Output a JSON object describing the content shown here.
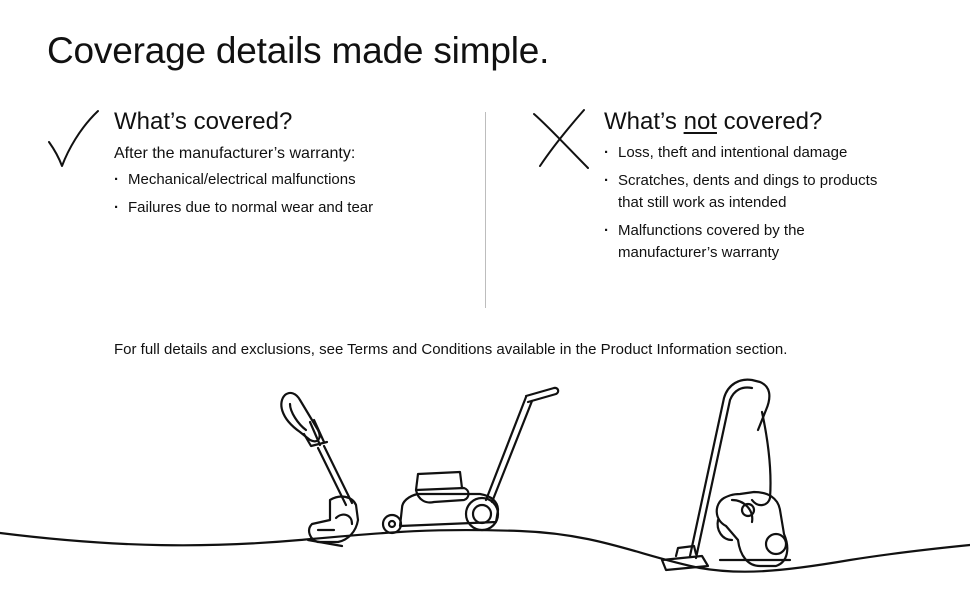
{
  "title": "Coverage details made simple.",
  "covered": {
    "icon": "checkmark-icon",
    "heading": "What’s covered?",
    "subheading": "After the manufacturer’s warranty:",
    "items": [
      "Mechanical/electrical malfunctions",
      "Failures due to normal wear and tear"
    ]
  },
  "not_covered": {
    "icon": "x-icon",
    "heading_pre": "What’s ",
    "heading_emph": "not",
    "heading_post": " covered?",
    "items": [
      "Loss, theft and intentional damage",
      "Scratches, dents and dings to products that still work as intended",
      "Malfunctions covered by the manufacturer’s warranty"
    ]
  },
  "footnote": "For full details and exclusions, see Terms and Conditions available in the Product Information section.",
  "illustration": {
    "items": [
      "string-trimmer-icon",
      "lawn-mower-icon",
      "vacuum-cleaner-icon"
    ],
    "line_color": "#111111"
  }
}
